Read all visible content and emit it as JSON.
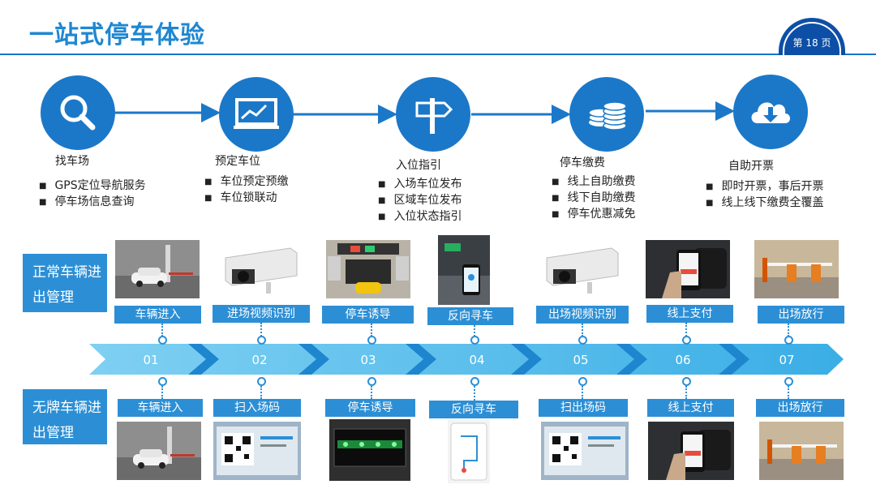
{
  "title": "一站式停车体验",
  "page_label": "第 18 页",
  "steps": [
    {
      "title": "找车场",
      "items": [
        "GPS定位导航服务",
        "停车场信息查询"
      ],
      "icon": "search-icon"
    },
    {
      "title": "预定车位",
      "items": [
        "车位预定预缴",
        "车位锁联动"
      ],
      "icon": "monitor-chart-icon"
    },
    {
      "title": "入位指引",
      "items": [
        "入场车位发布",
        "区域车位发布",
        "入位状态指引"
      ],
      "icon": "signpost-icon"
    },
    {
      "title": "停车缴费",
      "items": [
        "线上自助缴费",
        "线下自助缴费",
        "停车优惠减免"
      ],
      "icon": "coins-icon"
    },
    {
      "title": "自助开票",
      "items": [
        "即时开票，事后开票",
        "线上线下缴费全覆盖"
      ],
      "icon": "cloud-download-icon"
    }
  ],
  "rows": {
    "top": {
      "label": "正常车辆进出管理",
      "stages": [
        "车辆进入",
        "进场视频识别",
        "停车诱导",
        "反向寻车",
        "出场视频识别",
        "线上支付",
        "出场放行"
      ]
    },
    "bottom": {
      "label": "无牌车辆进出管理",
      "stages": [
        "车辆进入",
        "扫入场码",
        "停车诱导",
        "反向寻车",
        "扫出场码",
        "线上支付",
        "出场放行"
      ]
    }
  },
  "timeline": [
    "01",
    "02",
    "03",
    "04",
    "05",
    "06",
    "07"
  ],
  "colors": {
    "primary": "#1b78c9",
    "label_bg": "#2c8fd6",
    "arrow_light": "#5fc3ee",
    "title": "#1f87d1"
  }
}
